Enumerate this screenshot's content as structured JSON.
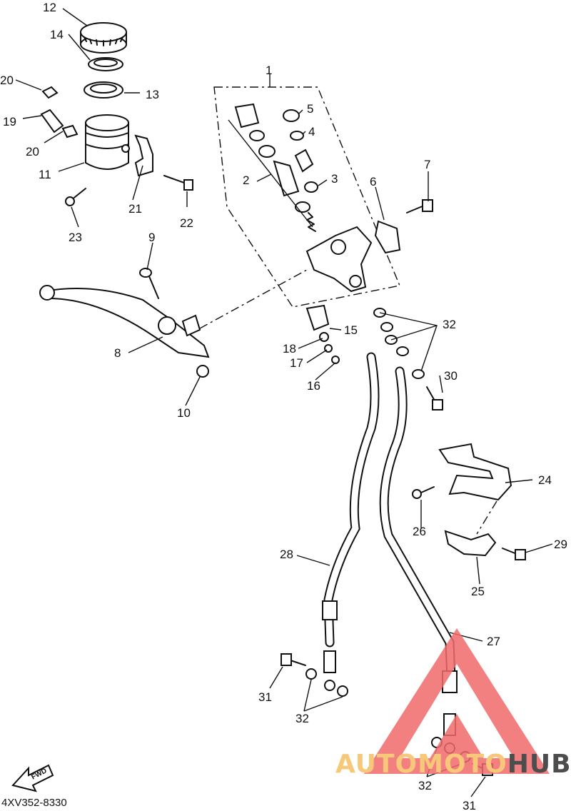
{
  "diagram": {
    "reference_code": "4XV352-8330",
    "fwd_label": "FWD",
    "callouts": [
      {
        "id": "c12",
        "text": "12"
      },
      {
        "id": "c14",
        "text": "14"
      },
      {
        "id": "c13",
        "text": "13"
      },
      {
        "id": "c20a",
        "text": "20"
      },
      {
        "id": "c19",
        "text": "19"
      },
      {
        "id": "c20b",
        "text": "20"
      },
      {
        "id": "c11",
        "text": "11"
      },
      {
        "id": "c21",
        "text": "21"
      },
      {
        "id": "c22",
        "text": "22"
      },
      {
        "id": "c23",
        "text": "23"
      },
      {
        "id": "c1",
        "text": "1"
      },
      {
        "id": "c5",
        "text": "5"
      },
      {
        "id": "c4",
        "text": "4"
      },
      {
        "id": "c2",
        "text": "2"
      },
      {
        "id": "c3",
        "text": "3"
      },
      {
        "id": "c7",
        "text": "7"
      },
      {
        "id": "c6",
        "text": "6"
      },
      {
        "id": "c9",
        "text": "9"
      },
      {
        "id": "c8",
        "text": "8"
      },
      {
        "id": "c10",
        "text": "10"
      },
      {
        "id": "c15",
        "text": "15"
      },
      {
        "id": "c18",
        "text": "18"
      },
      {
        "id": "c17",
        "text": "17"
      },
      {
        "id": "c16",
        "text": "16"
      },
      {
        "id": "c32a",
        "text": "32"
      },
      {
        "id": "c30",
        "text": "30"
      },
      {
        "id": "c24",
        "text": "24"
      },
      {
        "id": "c26",
        "text": "26"
      },
      {
        "id": "c29",
        "text": "29"
      },
      {
        "id": "c25",
        "text": "25"
      },
      {
        "id": "c28",
        "text": "28"
      },
      {
        "id": "c27",
        "text": "27"
      },
      {
        "id": "c31a",
        "text": "31"
      },
      {
        "id": "c32b",
        "text": "32"
      },
      {
        "id": "c32c",
        "text": "32"
      },
      {
        "id": "c31b",
        "text": "31"
      }
    ]
  },
  "watermark": {
    "text_part1": "AUTOMOTO",
    "text_part2": "HUB",
    "triangle_color": "#f26b6b",
    "text_color_1": "#f7c87a",
    "text_color_2": "#4d4d4d"
  }
}
